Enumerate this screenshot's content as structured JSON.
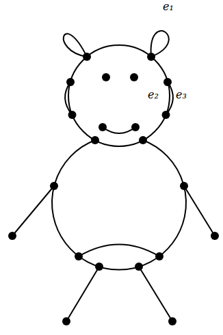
{
  "diagram": {
    "labels": [
      "e₁",
      "e₂",
      "e₃"
    ]
  }
}
